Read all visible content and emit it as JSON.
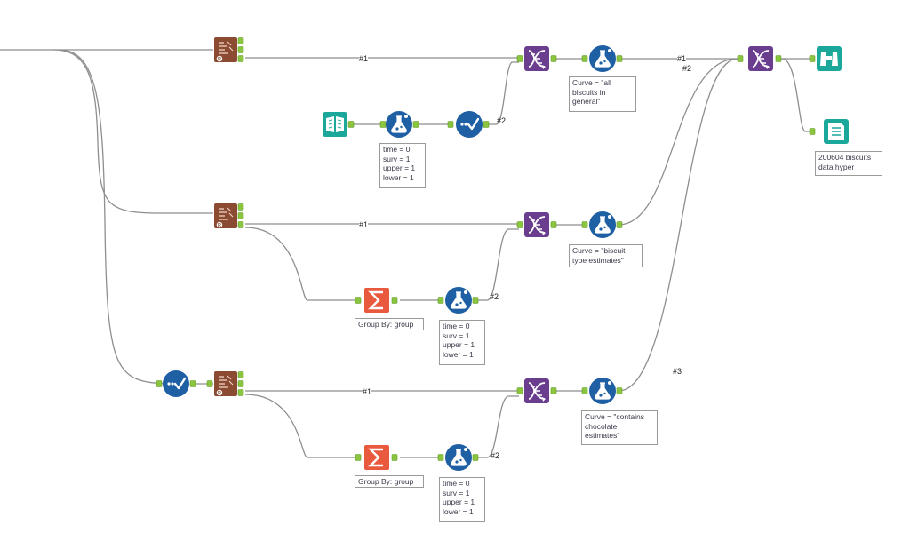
{
  "connections": {
    "c1": "#1",
    "c2": "#2",
    "c3": "#1",
    "c4": "#2",
    "c5": "#1",
    "c6": "#2",
    "c7": "#1",
    "c8": "#2",
    "c9": "#3"
  },
  "notes": {
    "curve_all": "Curve = \"all\nbiscuits in\ngeneral\"",
    "curve_type": "Curve = \"biscuit\ntype estimates\"",
    "curve_choc": "Curve = \"contains\nchocolate\nestimates\"",
    "formula1": "time = 0\nsurv = 1\nupper = 1\nlower = 1",
    "formula2": "time = 0\nsurv = 1\nupper = 1\nlower = 1",
    "formula3": "time = 0\nsurv = 1\nupper = 1\nlower = 1",
    "summarize1": "Group By: group",
    "summarize2": "Group By: group",
    "output_file": "200604 biscuits\ndata.hyper"
  },
  "colors": {
    "input": "#1ba79a",
    "preparation": "#1f5fa3",
    "join": "#6a3d8f",
    "transform": "#e8593d",
    "developer": "#8b4a32",
    "anchor": "#8bc53f"
  },
  "icons": [
    "text-input-icon",
    "formula-icon",
    "select-icon",
    "union-icon",
    "summarize-icon",
    "r-tool-icon",
    "browse-icon",
    "output-icon"
  ]
}
